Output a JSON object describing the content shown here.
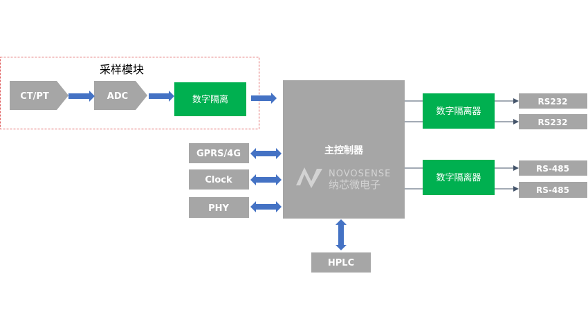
{
  "sampling_module": {
    "title": "采样模块"
  },
  "blocks": {
    "ctpt": "CT/PT",
    "adc": "ADC",
    "digital_isolation_1": "数字隔离",
    "main_controller": "主控制器",
    "gprs": "GPRS/4G",
    "clock": "Clock",
    "phy": "PHY",
    "hplc": "HPLC",
    "isolator_a": "数字隔离器",
    "isolator_b": "数字隔离器",
    "rs232_1": "RS232",
    "rs232_2": "RS232",
    "rs485_1": "RS-485",
    "rs485_2": "RS-485"
  },
  "logo": {
    "brand": "NOVOSENSE",
    "chinese": "纳芯微电子"
  },
  "colors": {
    "gray_block": "#a6a6a6",
    "green_block": "#00b050",
    "arrow_blue": "#4472c4",
    "dashed_border": "#e06060",
    "line": "#44546a"
  }
}
